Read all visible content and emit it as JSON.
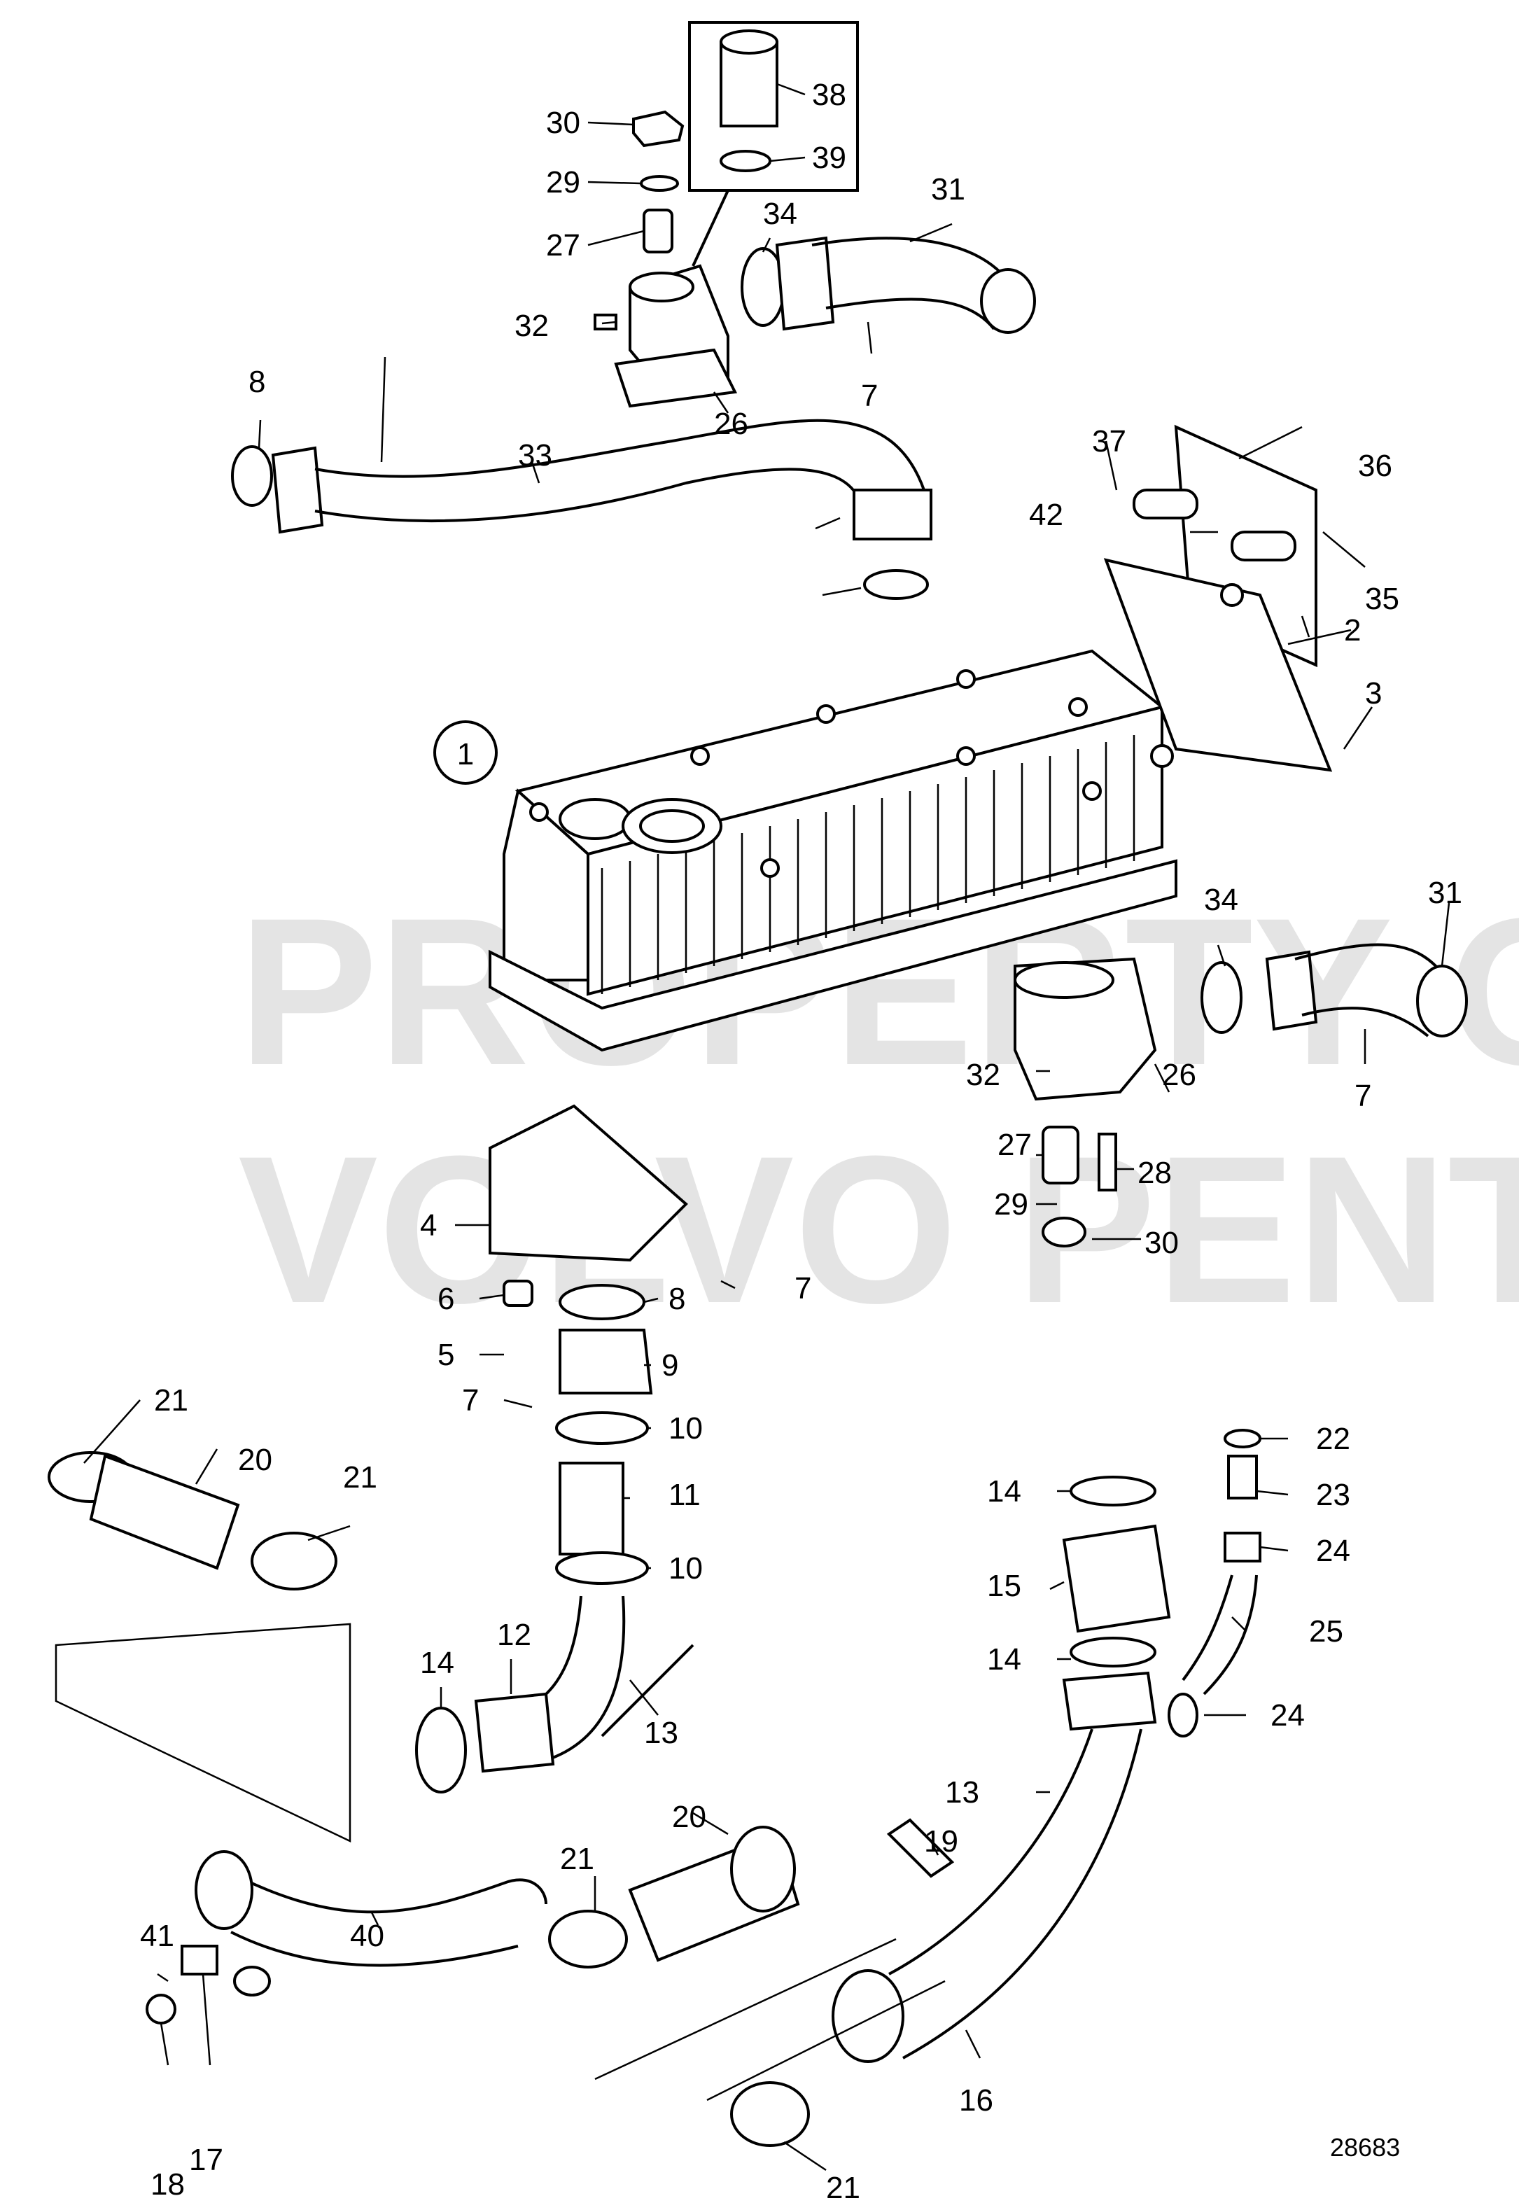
{
  "diagram_number": "28683",
  "view_marker": "1",
  "watermark": [
    "PROPERTY OF",
    "VOLVO PENTA"
  ],
  "callouts": [
    "30",
    "29",
    "27",
    "32",
    "38",
    "39",
    "34",
    "31",
    "7",
    "26",
    "8",
    "33",
    "37",
    "36",
    "42",
    "35",
    "2",
    "3",
    "32",
    "34",
    "31",
    "26",
    "7",
    "27",
    "28",
    "29",
    "30",
    "4",
    "6",
    "8",
    "7",
    "5",
    "9",
    "7",
    "10",
    "11",
    "10",
    "21",
    "20",
    "21",
    "14",
    "12",
    "13",
    "14",
    "15",
    "14",
    "22",
    "23",
    "24",
    "25",
    "24",
    "13",
    "19",
    "20",
    "21",
    "41",
    "40",
    "18",
    "17",
    "16",
    "21"
  ]
}
